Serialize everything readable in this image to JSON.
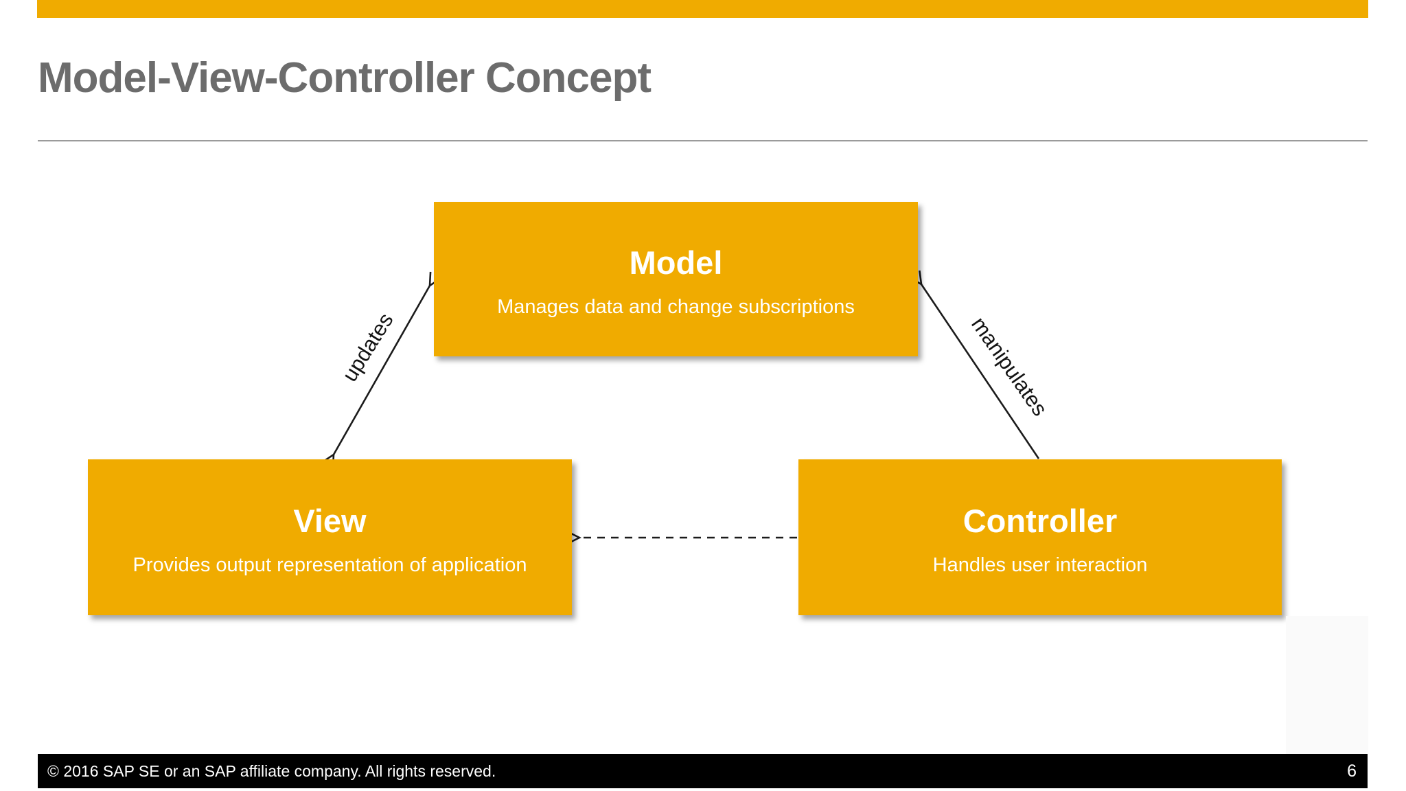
{
  "slide": {
    "title": "Model-View-Controller Concept"
  },
  "colors": {
    "accent": "#F0AB00",
    "title_text": "#6C6C6C",
    "box_text": "#FFFFFF",
    "arrow_stroke": "#1B1B1B",
    "divider": "#9B9B9B",
    "footer_bg": "#000000",
    "footer_text": "#FFFFFF"
  },
  "diagram": {
    "boxes": {
      "model": {
        "title": "Model",
        "subtitle": "Manages data and change subscriptions"
      },
      "view": {
        "title": "View",
        "subtitle": "Provides output representation of application"
      },
      "controller": {
        "title": "Controller",
        "subtitle": "Handles user interaction"
      }
    },
    "arrow_labels": {
      "updates": "updates",
      "manipulates": "manipulates"
    }
  },
  "footer": {
    "copyright": "© 2016 SAP SE or an SAP affiliate company. All rights reserved.",
    "page_number": "6"
  }
}
